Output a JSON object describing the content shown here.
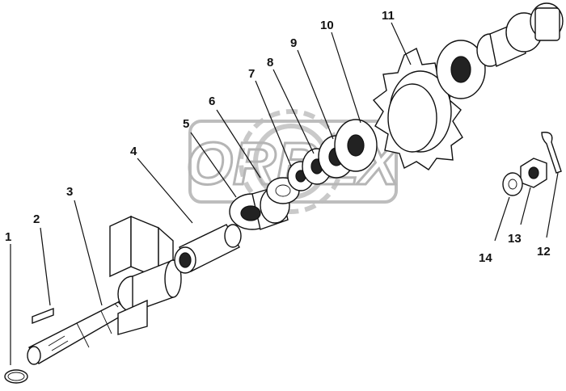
{
  "watermark": {
    "text": "ORBEX"
  },
  "callouts": [
    {
      "id": "1",
      "label": "1"
    },
    {
      "id": "2",
      "label": "2"
    },
    {
      "id": "3",
      "label": "3"
    },
    {
      "id": "4",
      "label": "4"
    },
    {
      "id": "5",
      "label": "5"
    },
    {
      "id": "6",
      "label": "6"
    },
    {
      "id": "7",
      "label": "7"
    },
    {
      "id": "8",
      "label": "8"
    },
    {
      "id": "9",
      "label": "9"
    },
    {
      "id": "10",
      "label": "10"
    },
    {
      "id": "11",
      "label": "11"
    },
    {
      "id": "12",
      "label": "12"
    },
    {
      "id": "13",
      "label": "13"
    },
    {
      "id": "14",
      "label": "14"
    }
  ]
}
